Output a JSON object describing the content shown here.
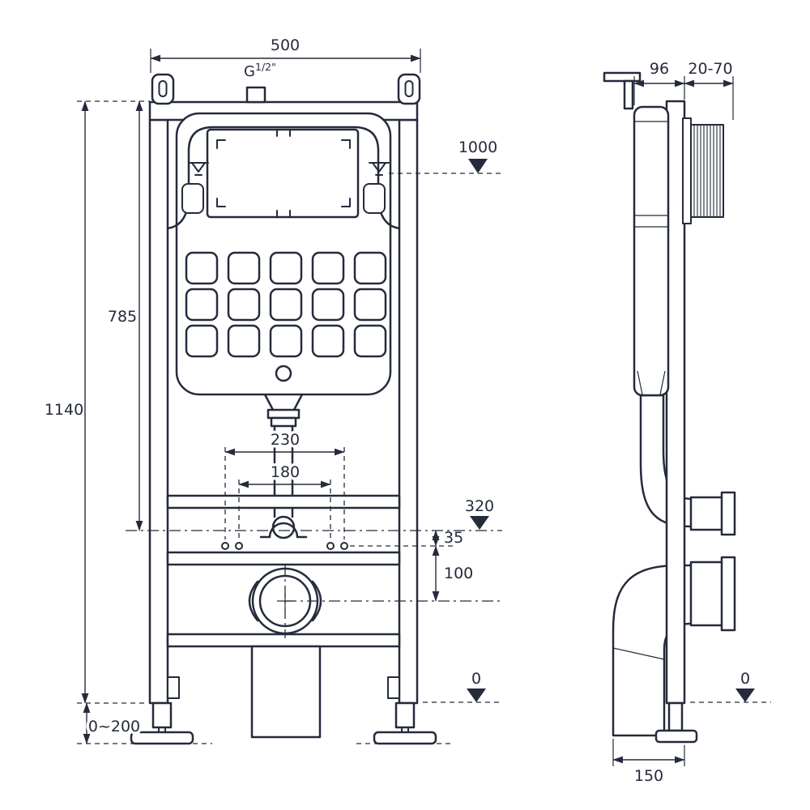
{
  "colors": {
    "line": "#252b3b",
    "background": "#ffffff"
  },
  "front_view": {
    "labels": {
      "width": "500",
      "inlet_prefix": "G",
      "inlet_sup": "1/2\"",
      "level_1000": "1000",
      "height_785": "785",
      "height_1140": "1140",
      "span_230": "230",
      "span_180": "180",
      "level_320": "320",
      "gap_35": "35",
      "gap_100": "100",
      "foot_adjust": "0~200",
      "level_0": "0"
    }
  },
  "side_view": {
    "labels": {
      "depth_96": "96",
      "wall_clearance": "20-70",
      "level_0": "0",
      "depth_150": "150"
    }
  }
}
